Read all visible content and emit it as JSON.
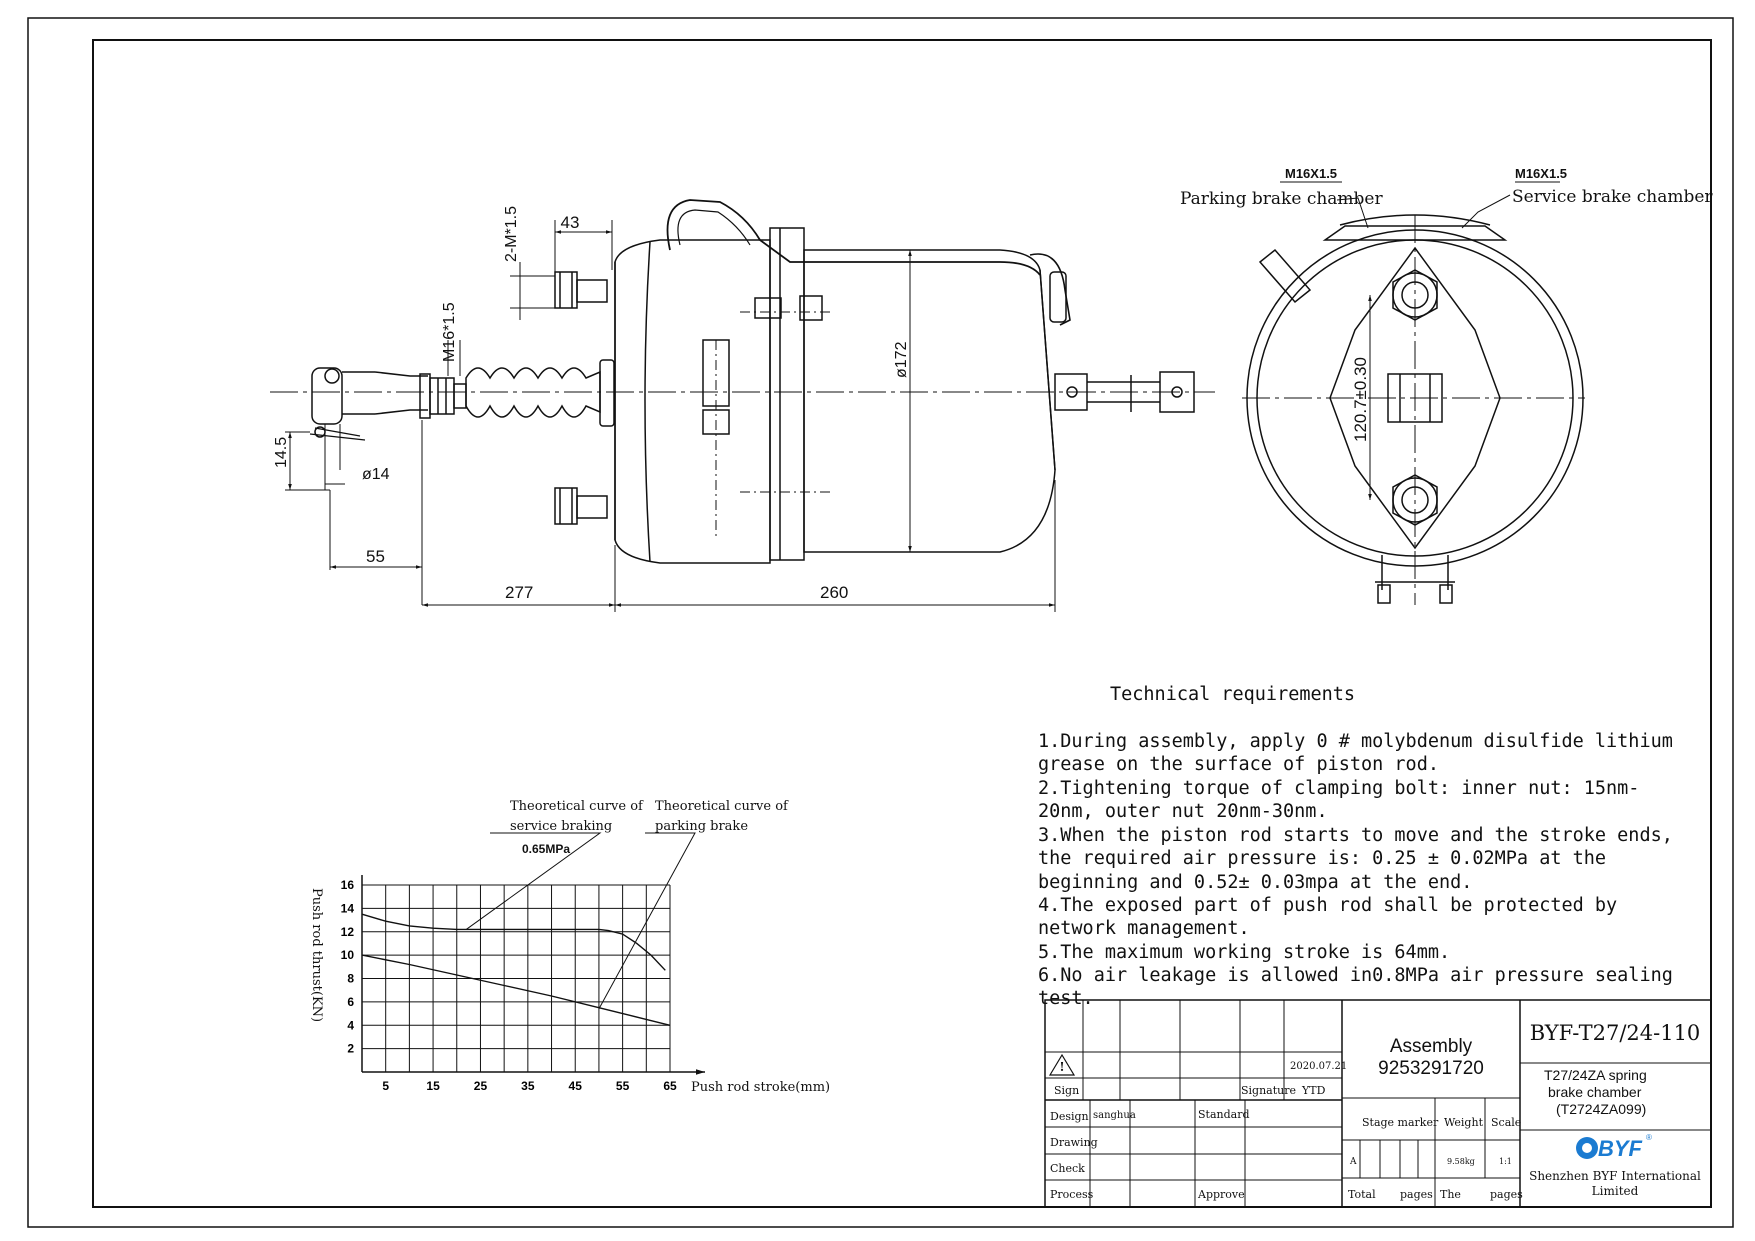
{
  "dimensions": {
    "d_43": "43",
    "d_2m": "2-M*1.5",
    "d_m16": "M16*1.5",
    "d_145": "14.5",
    "d_phi14": "ø14",
    "d_55": "55",
    "d_277": "277",
    "d_260": "260",
    "d_phi172": "ø172",
    "d_1207": "120.7±0.30"
  },
  "end_view": {
    "port_left_thread": "M16X1.5",
    "port_left_label": "Parking brake chamber",
    "port_right_thread": "M16X1.5",
    "port_right_label": "Service brake chamber"
  },
  "tech": {
    "heading": "Technical requirements",
    "lines": [
      "1.During assembly, apply 0 # molybdenum disulfide lithium grease on the surface of piston rod.",
      "2.Tightening torque of clamping bolt: inner nut: 15nm-20nm, outer nut 20nm-30nm.",
      "3.When the piston rod starts to move and the stroke ends, the required air pressure is: 0.25 ± 0.02MPa at the beginning and 0.52± 0.03mpa at the end.",
      "4.The exposed part of push rod shall be protected by network management.",
      "5.The maximum working stroke is 64mm.",
      "6.No air leakage is allowed in0.8MPa air pressure sealing test."
    ]
  },
  "chart_data": {
    "type": "line",
    "ylabel": "Push rod thrust(KN)",
    "xlabel": "Push rod stroke(mm)",
    "xlim": [
      0,
      65
    ],
    "ylim": [
      0,
      16
    ],
    "x_ticks": [
      5,
      15,
      25,
      35,
      45,
      55,
      65
    ],
    "y_ticks": [
      2,
      4,
      6,
      8,
      10,
      12,
      14,
      16
    ],
    "pressure_label": "0.65MPa",
    "series": [
      {
        "name": "Theoretical curve of service braking",
        "x": [
          0,
          5,
          10,
          15,
          20,
          25,
          30,
          35,
          40,
          45,
          50,
          52,
          55,
          58,
          61,
          64
        ],
        "y": [
          13.5,
          12.9,
          12.5,
          12.3,
          12.2,
          12.2,
          12.2,
          12.2,
          12.2,
          12.2,
          12.2,
          12.1,
          11.8,
          11.0,
          10.0,
          8.7
        ]
      },
      {
        "name": "Theoretical curve of parking brake",
        "x": [
          0,
          10,
          20,
          30,
          40,
          50,
          60,
          65
        ],
        "y": [
          10.0,
          9.2,
          8.3,
          7.4,
          6.5,
          5.5,
          4.5,
          4.0
        ]
      }
    ]
  },
  "title_block": {
    "assembly": "Assembly",
    "part_number": "9253291720",
    "drawing_number": "BYF-T27/24-110",
    "product_name": "T27/24ZA spring brake chamber",
    "product_code": "(T2724ZA099)",
    "date": "2020.07.21",
    "warning": "!",
    "sign": "Sign",
    "signature": "Signature",
    "ytd": "YTD",
    "design": "Design",
    "designer": "sanghua",
    "standard": "Standard",
    "drawing": "Drawing",
    "check": "Check",
    "process": "Process",
    "approve": "Approve",
    "stage_marker": "Stage marker",
    "weight": "Weight",
    "scale": "Scale",
    "stage": "A",
    "weight_value": "9.58kg",
    "scale_value": "1:1",
    "total": "Total",
    "pages": "pages",
    "the": "The",
    "pages2": "pages",
    "logo_text": "BYF",
    "company": "Shenzhen BYF International Limited"
  }
}
